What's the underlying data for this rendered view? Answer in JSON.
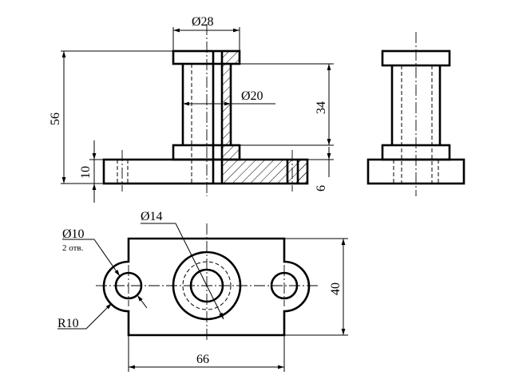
{
  "drawing": {
    "dimensions": {
      "top_width": "Ø28",
      "bore": "Ø20",
      "overall_height": "56",
      "shaft_height": "34",
      "base_height": "10",
      "flange_thickness": "6",
      "hole_diameter": "Ø10",
      "hole_note": "2 отв.",
      "boss_diameter": "Ø14",
      "corner_radius": "R10",
      "plate_length": "66",
      "plate_width": "40"
    }
  }
}
